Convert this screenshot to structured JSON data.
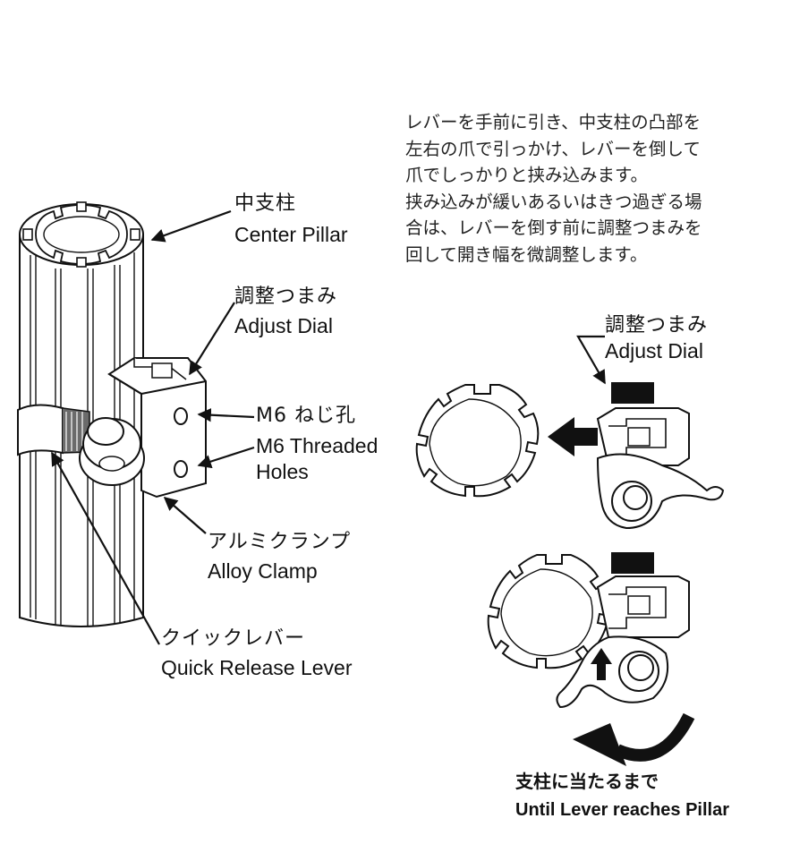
{
  "instructions": [
    "レバーを手前に引き、中支柱の凸部を",
    "左右の爪で引っかけ、レバーを倒して",
    "爪でしっかりと挟み込みます。",
    "挟み込みが緩いあるいはきつ過ぎる場",
    "合は、レバーを倒す前に調整つまみを",
    "回して開き幅を微調整します。"
  ],
  "labels": {
    "center_pillar": {
      "jp": "中支柱",
      "en": "Center Pillar"
    },
    "adjust_dial": {
      "jp": "調整つまみ",
      "en": "Adjust Dial"
    },
    "threaded_holes": {
      "jp": "M6 ねじ孔",
      "en1": "M6 Threaded",
      "en2": "Holes"
    },
    "alloy_clamp": {
      "jp": "アルミクランプ",
      "en": "Alloy Clamp"
    },
    "quick_release": {
      "jp": "クイックレバー",
      "en": "Quick Release Lever"
    },
    "detail_adjust_dial": {
      "jp": "調整つまみ",
      "en": "Adjust Dial"
    },
    "until_lever": {
      "jp": "支柱に当たるまで",
      "en": "Until Lever reaches Pillar"
    }
  },
  "colors": {
    "line": "#111111",
    "fill": "#ffffff",
    "shade": "#6b6b6b",
    "knob": "#111111"
  }
}
